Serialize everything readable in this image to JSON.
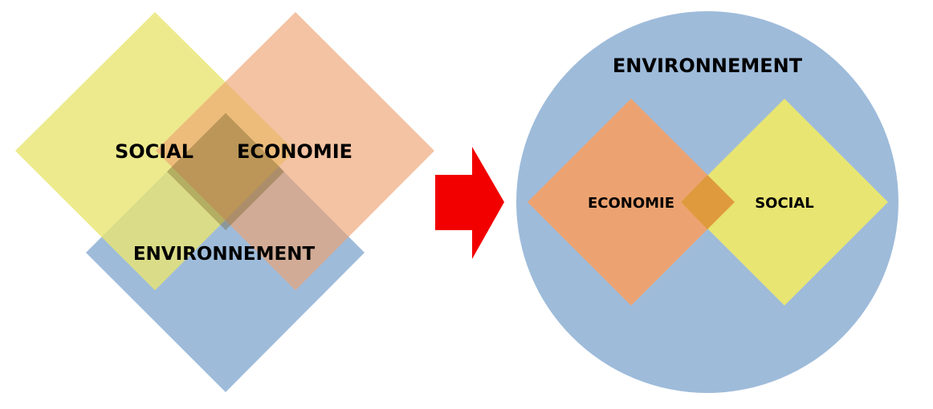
{
  "before": {
    "social_label": "SOCIAL",
    "economie_label": "ECONOMIE",
    "environnement_label": "ENVIRONNEMENT"
  },
  "after": {
    "environnement_label": "ENVIRONNEMENT",
    "economie_label": "ECONOMIE",
    "social_label": "SOCIAL"
  },
  "colors": {
    "social": "#e8e572",
    "economie": "#eda371",
    "environnement": "#9ebbda",
    "arrow": "#f20000",
    "overlap_after": "#e09a3e"
  }
}
